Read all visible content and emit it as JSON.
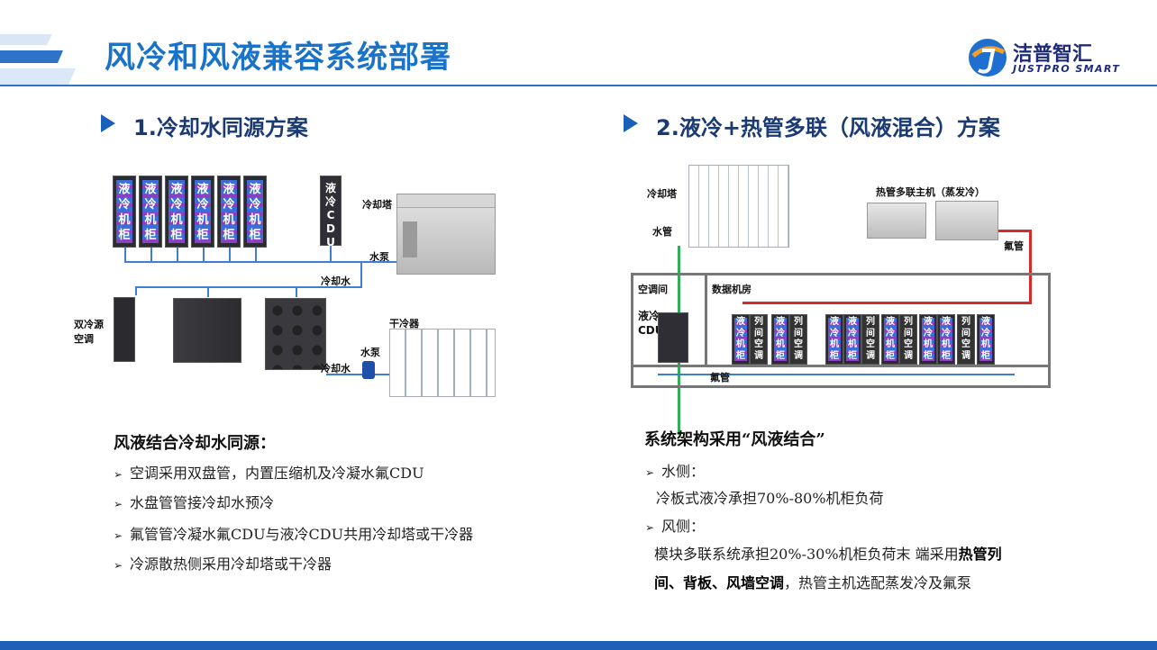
{
  "header": {
    "title": "风冷和风液兼容系统部署",
    "logo_text": "洁普智汇",
    "logo_sub": "JUSTPRO SMART"
  },
  "left": {
    "section_title": "1.冷却水同源方案",
    "cabinet_label": "液冷机柜",
    "cdu_label": "液冷CDU",
    "labels": {
      "cooling_tower": "冷却塔",
      "pump1": "水泵",
      "cooling_water1": "冷却水",
      "dual_source": "双冷源空调",
      "dry_cooler": "干冷器",
      "pump2": "水泵",
      "cooling_water2": "冷却水"
    },
    "heading": "风液结合冷却水同源：",
    "bullets": [
      "空调采用双盘管，内置压缩机及冷凝水氟CDU",
      "水盘管管接冷却水预冷",
      "氟管管冷凝水氟CDU与液冷CDU共用冷却塔或干冷器",
      "冷源散热侧采用冷却塔或干冷器"
    ]
  },
  "right": {
    "section_title": "2.液冷+热管多联（风液混合）方案",
    "labels": {
      "cooling_tower": "冷却塔",
      "heat_pipe_host": "热管多联主机（蒸发冷）",
      "water_pipe": "水管",
      "freon_pipe_top": "氟管",
      "ac_room": "空调间",
      "data_room": "数据机房",
      "cdu": "液冷CDU",
      "freon_pipe_bottom": "氟管"
    },
    "cabinet_label": "液冷机柜",
    "acu_label": "列间空调",
    "heading": "系统架构采用“风液结合”",
    "water_side_title": "水侧：",
    "water_side_text": "冷板式液冷承担70%-80%机柜负荷",
    "air_side_title": "风侧：",
    "air_side_text_1a": "模块多联系统承担20%-30%机柜负荷末 端采用",
    "air_side_text_1b": "热管列",
    "air_side_text_2a": "间、背板、风墙空调",
    "air_side_text_2b": "，热管主机选配蒸发冷及氟泵"
  },
  "colors": {
    "title_blue": "#1a73c8",
    "section_blue": "#1a3a73",
    "water_pipe": "#3d7fd0",
    "green_pipe": "#2fae55",
    "freon_pipe": "#d62a2a"
  }
}
